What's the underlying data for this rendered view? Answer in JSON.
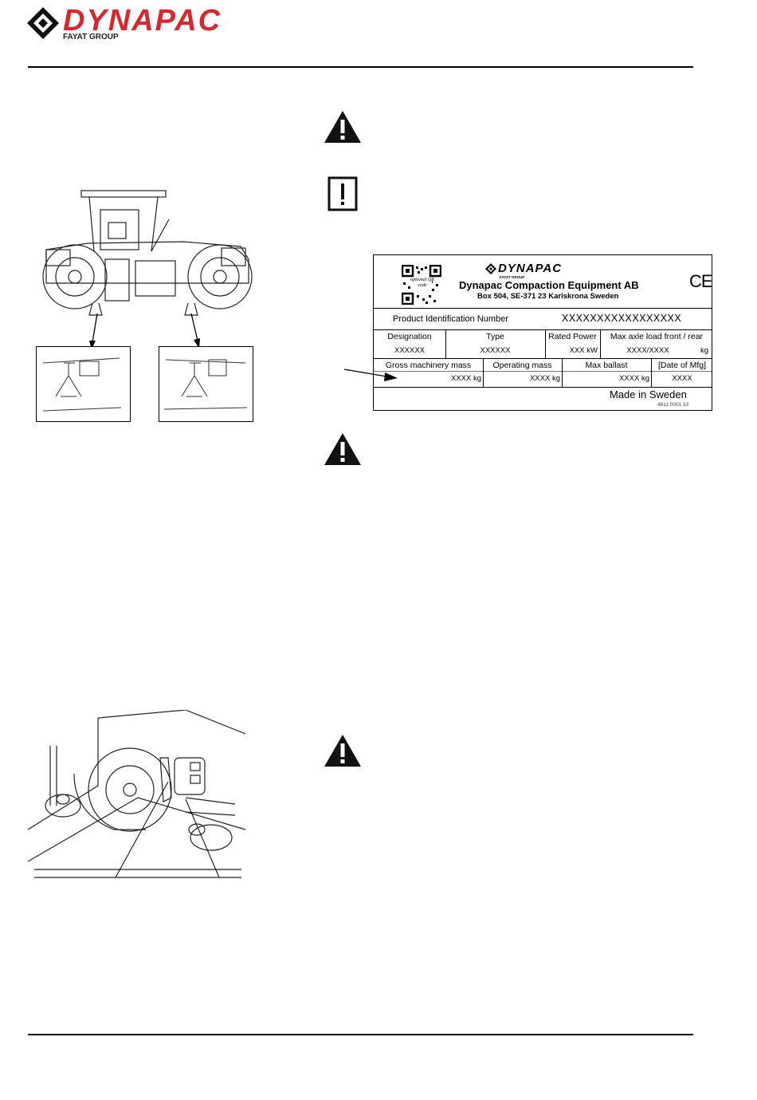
{
  "header": {
    "logo_brand": "DYNAPAC",
    "logo_sub": "FAYAT GROUP",
    "brand_color": "#d7282f"
  },
  "icons": [
    "warning-triangle-icon",
    "notice-exclamation-icon"
  ],
  "plate": {
    "brand": "DYNAPAC",
    "brand_sub": "FAYAT GROUP",
    "qr_label": "optional QR code",
    "company": "Dynapac Compaction Equipment AB",
    "address": "Box 504, SE-371 23 Karlskrona Sweden",
    "ce_mark": "CE",
    "pin_label": "Product Identification Number",
    "pin_value": "XXXXXXXXXXXXXXXXX",
    "designation_label": "Designation",
    "designation_value": "XXXXXX",
    "type_label": "Type",
    "type_value": "XXXXXX",
    "rated_power_label": "Rated Power",
    "rated_power_value": "XXX kW",
    "max_axle_label": "Max axle load front / rear",
    "max_axle_value": "XXXX/XXXX",
    "max_axle_unit": "kg",
    "gross_mass_label": "Gross machinery mass",
    "gross_mass_value": "XXXX kg",
    "operating_mass_label": "Operating mass",
    "operating_mass_value": "XXXX kg",
    "max_ballast_label": "Max ballast",
    "max_ballast_value": "XXXX kg",
    "date_label": "[Date of Mfg]",
    "date_value": "XXXX",
    "made_in": "Made in Sweden",
    "part_number": "4811 0001 33"
  }
}
